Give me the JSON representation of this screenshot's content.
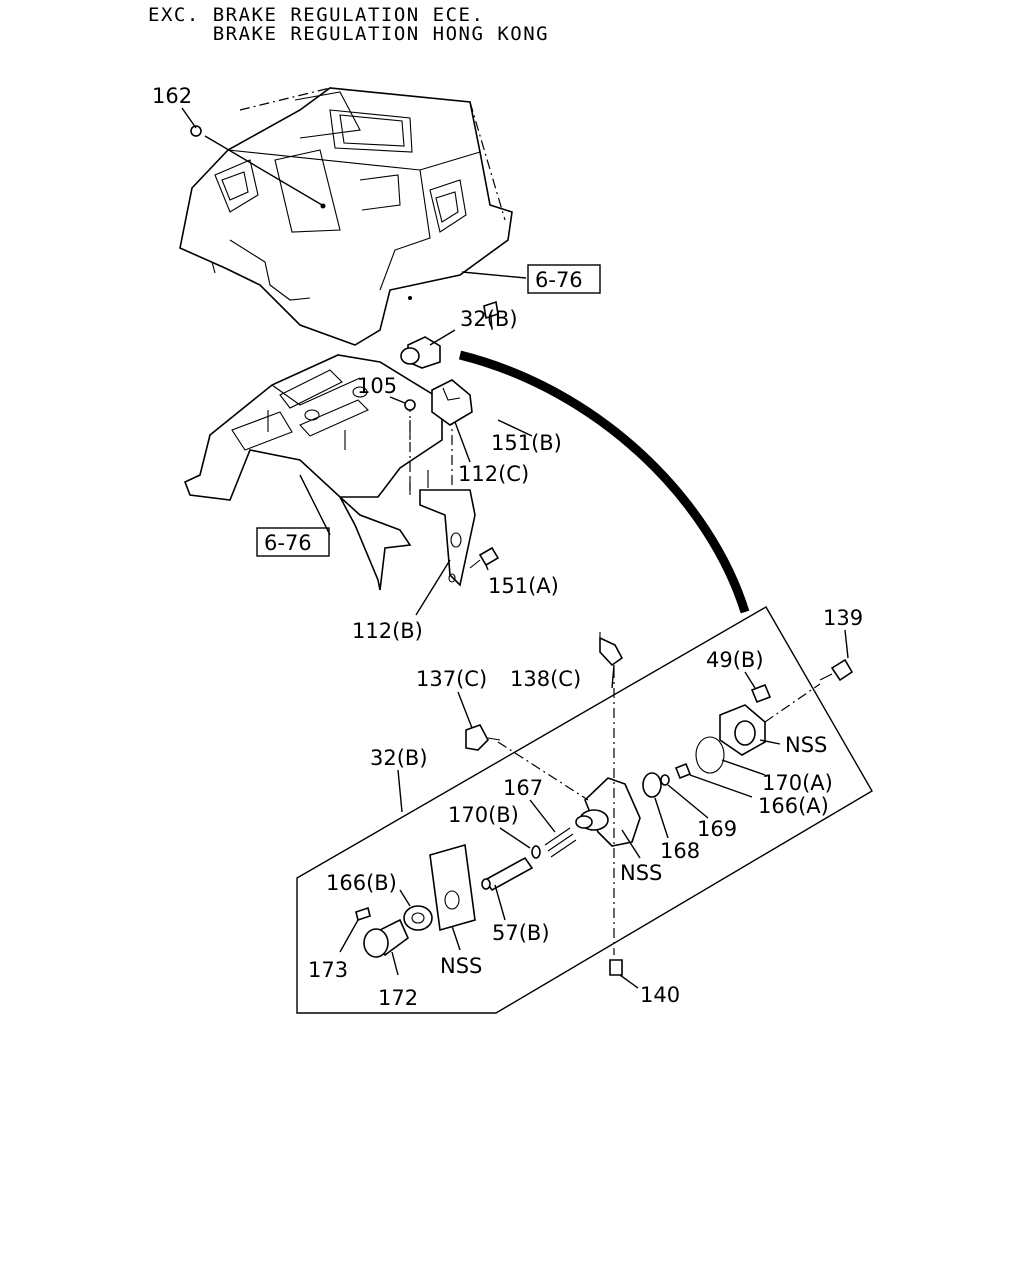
{
  "header": {
    "line1": "EXC. BRAKE REGULATION ECE.",
    "line2": "     BRAKE REGULATION HONG KONG"
  },
  "labels": {
    "l162": "162",
    "l676a": "6-76",
    "l32b_top": "32(B)",
    "l105": "105",
    "l151b": "151(B)",
    "l112c": "112(C)",
    "l676b": "6-76",
    "l151a": "151(A)",
    "l112b": "112(B)",
    "l139": "139",
    "l49b": "49(B)",
    "l138c": "138(C)",
    "l137c": "137(C)",
    "lnss1": "NSS",
    "l32b_box": "32(B)",
    "l170a": "170(A)",
    "l167": "167",
    "l166a": "166(A)",
    "l170b": "170(B)",
    "l169": "169",
    "l168": "168",
    "lnss2": "NSS",
    "l166b": "166(B)",
    "l57b": "57(B)",
    "lnss3": "NSS",
    "l173": "173",
    "l172": "172",
    "l140": "140"
  }
}
